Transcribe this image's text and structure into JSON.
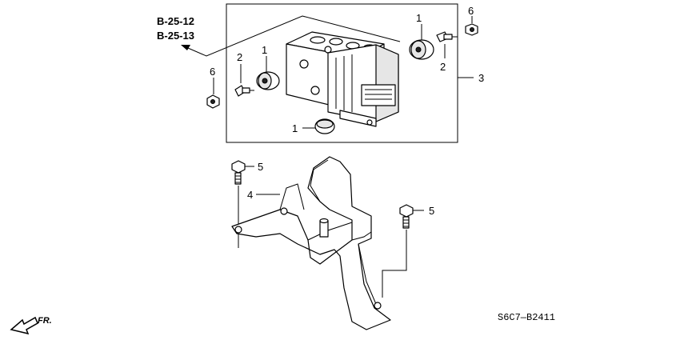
{
  "diagram": {
    "refs": [
      "B-25-12",
      "B-25-13"
    ],
    "callouts": {
      "c1a": "1",
      "c1b": "1",
      "c1c": "1",
      "c2a": "2",
      "c2b": "2",
      "c3": "3",
      "c4": "4",
      "c5a": "5",
      "c5b": "5",
      "c6a": "6",
      "c6b": "6"
    },
    "front_label": "FR.",
    "diagram_code": "S6C7—B2411"
  }
}
